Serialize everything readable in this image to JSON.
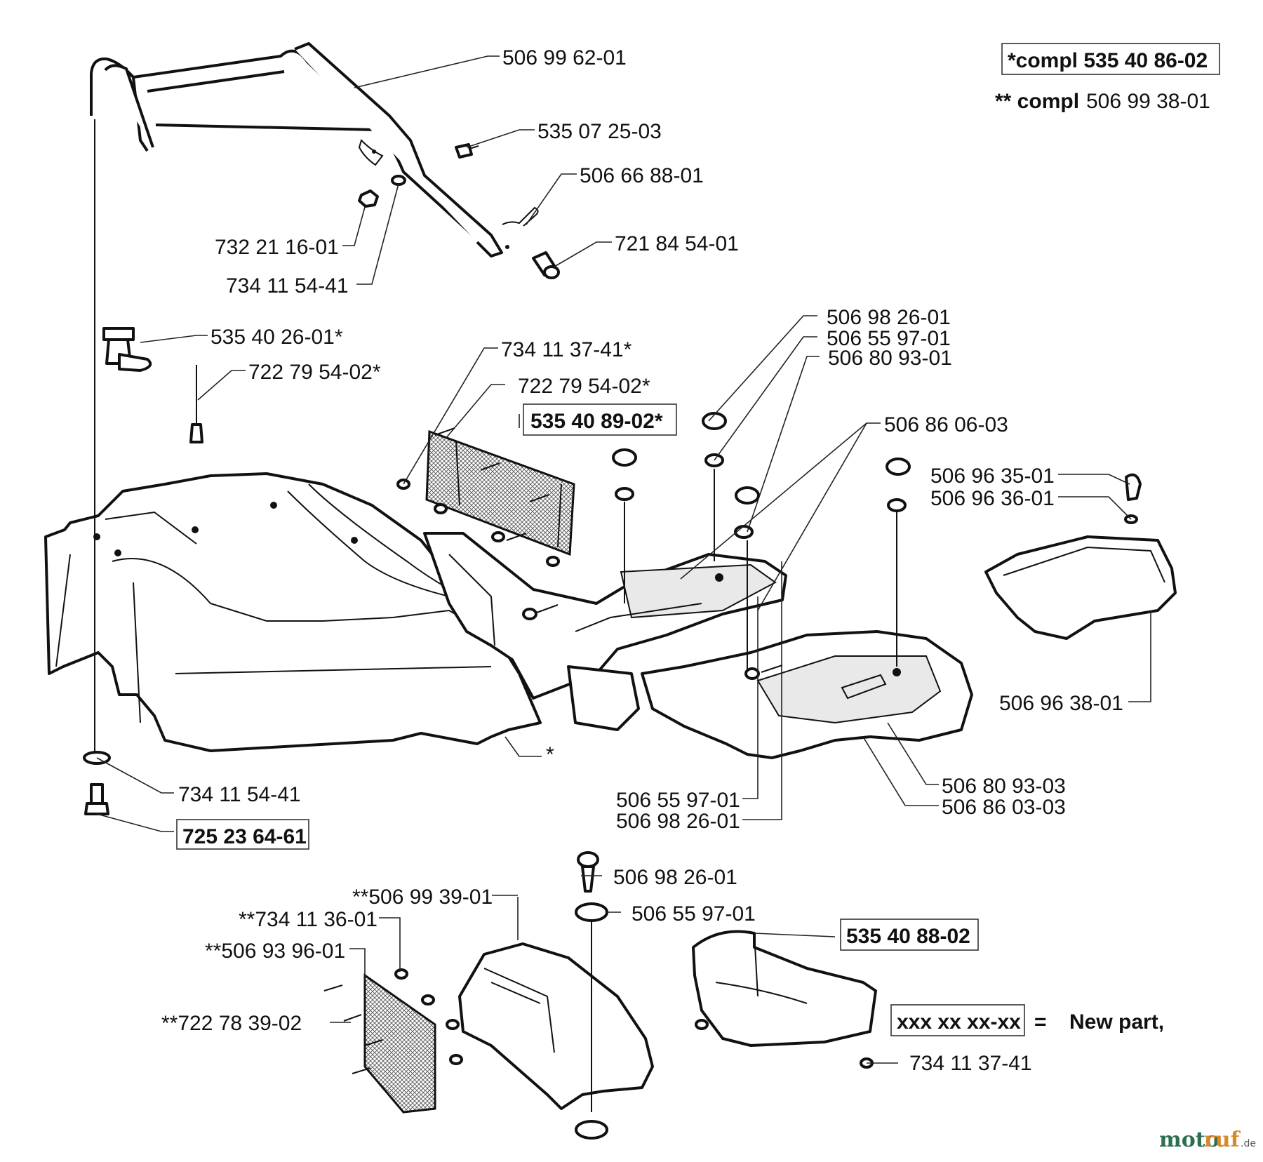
{
  "header": {
    "compl_1": "*compl 535 40 86-02",
    "compl_2_prefix": "** compl",
    "compl_2_number": "506 99 38-01"
  },
  "labels": {
    "l_506_99_62_01": "506 99 62-01",
    "l_535_07_25_03": "535 07 25-03",
    "l_506_66_88_01": "506 66 88-01",
    "l_732_21_16_01": "732 21 16-01",
    "l_721_84_54_01": "721 84 54-01",
    "l_734_11_54_41_top": "734 11 54-41",
    "l_535_40_26_01": "535 40 26-01*",
    "l_722_79_54_02_left": "722 79 54-02*",
    "l_734_11_37_41_star": "734 11 37-41*",
    "l_722_79_54_02_mid": "722 79 54-02*",
    "l_535_40_89_02": "535 40 89-02*",
    "l_506_98_26_01_top": "506 98 26-01",
    "l_506_55_97_01_top": "506 55 97-01",
    "l_506_80_93_01": "506 80 93-01",
    "l_506_86_06_03": "506 86 06-03",
    "l_506_96_35_01": "506 96 35-01",
    "l_506_96_36_01": "506 96 36-01",
    "l_506_96_38_01": "506 96 38-01",
    "l_star": "*",
    "l_506_80_93_03": "506 80 93-03",
    "l_506_86_03_03": "506 86 03-03",
    "l_506_55_97_01_mid": "506 55 97-01",
    "l_506_98_26_01_mid": "506 98 26-01",
    "l_734_11_54_41_bottom": "734 11 54-41",
    "l_725_23_64_61": "725 23 64-61",
    "l_506_98_26_01_low": "506 98 26-01",
    "l_506_99_39_01": "**506 99 39-01",
    "l_506_55_97_01_low": "506 55 97-01",
    "l_734_11_36_01": "**734 11 36-01",
    "l_506_93_96_01": "**506 93 96-01",
    "l_535_40_88_02": "535 40 88-02",
    "l_722_78_39_02": "**722 78 39-02",
    "l_734_11_37_41": "734 11 37-41"
  },
  "legend": {
    "placeholder": "xxx xx xx-xx",
    "equals": "=",
    "meaning": "New part,"
  },
  "watermark": {
    "part1": "moto",
    "part2": "ruf",
    "suffix": ".de"
  },
  "colors": {
    "line": "#111111",
    "watermark_green": "#2c6e4f",
    "watermark_orange": "#d88a2b"
  }
}
